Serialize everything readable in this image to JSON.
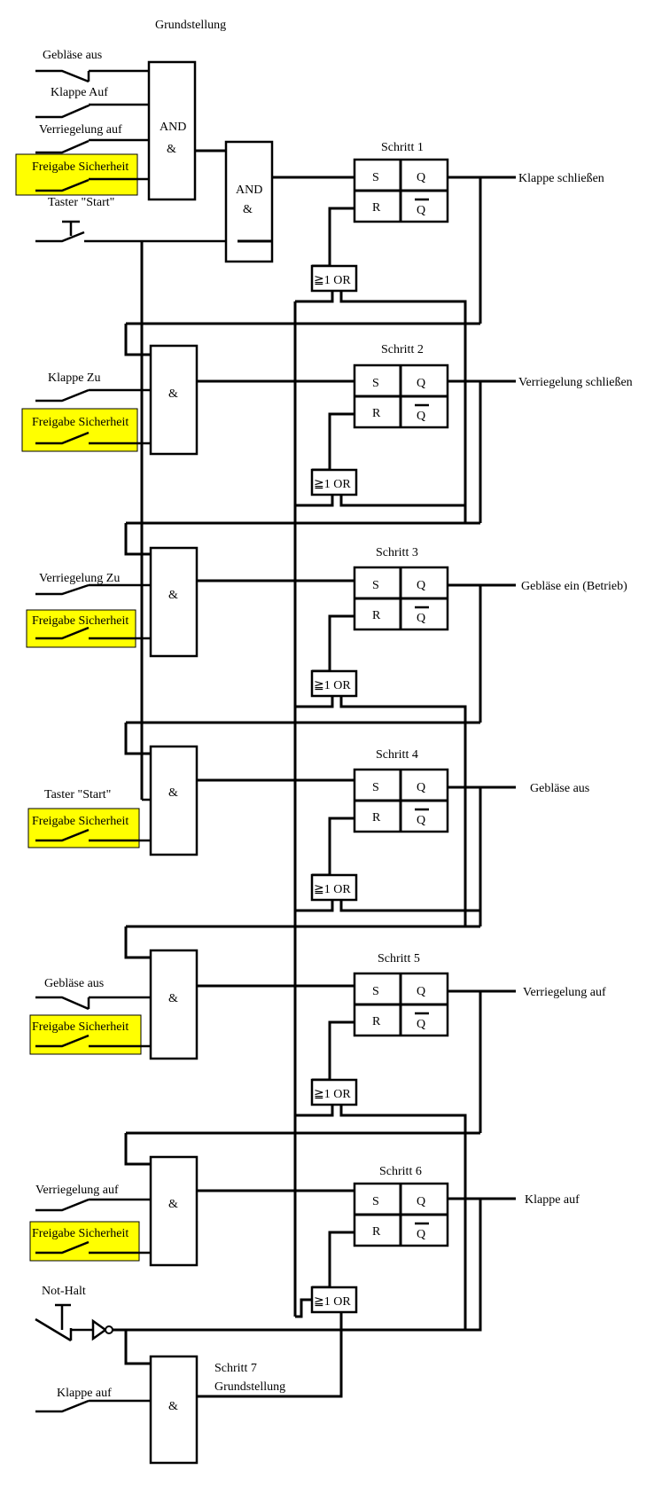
{
  "title": "Grundstellung",
  "inputs": {
    "geblaese_aus": "Gebläse aus",
    "klappe_auf": "Klappe  Auf",
    "verriegelung_auf": "Verriegelung auf",
    "freigabe": "Freigabe Sicherheit",
    "taster_start": "Taster \"Start\"",
    "klappe_zu": "Klappe  Zu",
    "verriegelung_zu": "Verriegelung  Zu",
    "geblaese_aus2": "Gebläse aus",
    "verriegelung_auf2": "Verriegelung auf",
    "not_halt": "Not-Halt",
    "klappe_auf2": "Klappe auf"
  },
  "gates": {
    "and_label": "AND",
    "amp": "&",
    "or_label": "≧1 OR"
  },
  "flipflop": {
    "s": "S",
    "q": "Q",
    "r": "R",
    "qbar": "Q"
  },
  "steps": [
    {
      "label": "Schritt 1",
      "output": "Klappe schließen"
    },
    {
      "label": "Schritt 2",
      "output": "Verriegelung schließen"
    },
    {
      "label": "Schritt 3",
      "output": "Gebläse ein      (Betrieb)"
    },
    {
      "label": "Schritt 4",
      "output": "Gebläse aus"
    },
    {
      "label": "Schritt 5",
      "output": "Verriegelung auf"
    },
    {
      "label": "Schritt 6",
      "output": "Klappe auf"
    }
  ],
  "step7": {
    "line1": "Schritt 7",
    "line2": "Grundstellung"
  }
}
